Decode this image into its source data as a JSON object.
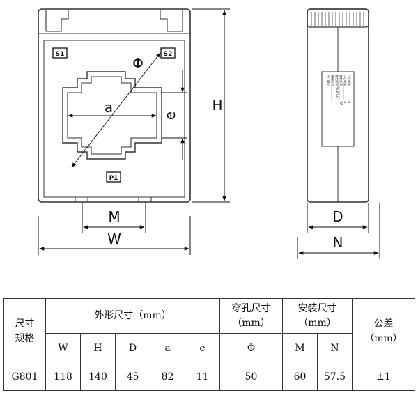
{
  "front_view": {
    "terminal_labels": [
      "S1",
      "S2",
      "P1"
    ],
    "dims": {
      "phi": "Φ",
      "a": "a",
      "e": "e",
      "H": "H",
      "M": "M",
      "W": "W"
    }
  },
  "side_view": {
    "dims": {
      "D": "D",
      "N": "N"
    },
    "plate_lines": [
      "一次电流 ＿＿＿＿＿ A",
      "二次电流 ＿＿＿＿＿ A",
      "额定负荷 ＿＿＿＿＿ VA",
      "额定频率 50/60Hz",
      "准确级次 ＿＿＿＿＿",
      "出厂编号 ＿＿＿＿＿"
    ]
  },
  "table": {
    "spec_header": [
      "尺寸",
      "规格"
    ],
    "outer_header": "外形尺寸（mm）",
    "hole_header": [
      "穿孔尺寸",
      "（mm）"
    ],
    "mount_header": [
      "安裝尺寸",
      "（mm）"
    ],
    "tolerance_header": [
      "公差",
      "（mm）"
    ],
    "columns": [
      "W",
      "H",
      "D",
      "a",
      "e",
      "Φ",
      "M",
      "N"
    ],
    "row": {
      "model": "G801",
      "W": "118",
      "H": "140",
      "D": "45",
      "a": "82",
      "e": "11",
      "phi": "50",
      "M": "60",
      "N": "57.5",
      "tolerance": "±1"
    }
  }
}
